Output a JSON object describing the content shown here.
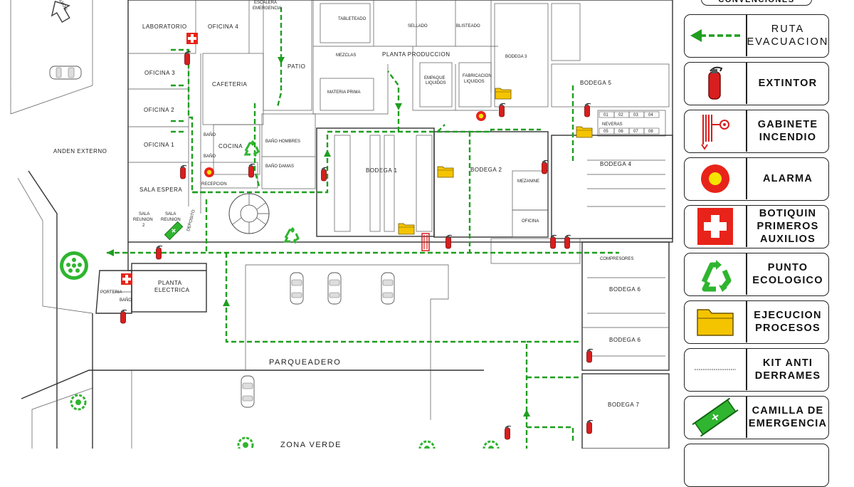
{
  "legend": {
    "header": "CONVENCIONES",
    "items": [
      {
        "key": "ruta",
        "icon": "evacuation-route-arrow-icon",
        "label": "RUTA\nEVACUACION"
      },
      {
        "key": "extintor",
        "icon": "fire-extinguisher-icon",
        "label": "EXTINTOR"
      },
      {
        "key": "gabinete",
        "icon": "fire-hose-cabinet-icon",
        "label": "GABINETE\nINCENDIO"
      },
      {
        "key": "alarma",
        "icon": "alarm-icon",
        "label": "ALARMA"
      },
      {
        "key": "botiquin",
        "icon": "first-aid-kit-icon",
        "label": "BOTIQUIN\nPRIMEROS\nAUXILIOS"
      },
      {
        "key": "punto",
        "icon": "recycling-icon",
        "label": "PUNTO\nECOLOGICO"
      },
      {
        "key": "ejecucion",
        "icon": "folder-icon",
        "label": "EJECUCION\nPROCESOS"
      },
      {
        "key": "kit",
        "icon": "spill-kit-icon",
        "label": "KIT ANTI\nDERRAMES"
      },
      {
        "key": "camilla",
        "icon": "stretcher-icon",
        "label": "CAMILLA DE\nEMERGENCIA"
      }
    ]
  },
  "rooms": {
    "laboratorio": "LABORATORIO",
    "oficina4": "OFICINA 4",
    "escalera1": "ESCALERA",
    "escalera2": "EMERGENCIA",
    "tableteado": "TABLETEADO",
    "sellado": "SELLADO",
    "blisteado": "BLISTEADO",
    "bodega3": "BODEGA 3",
    "oficina3": "OFICINA 3",
    "cafeteria": "CAFETERIA",
    "patio": "PATIO",
    "mezclas": "MEZCLAS",
    "planta_produccion": "PLANTA PRODUCCION",
    "empaque1": "EMPAQUE",
    "empaque2": "LIQUIDOS",
    "fabricacion1": "FABRICACION",
    "fabricacion2": "LIQUIDOS",
    "materia_prima": "MATERIA PRIMA",
    "bodega5": "BODEGA 5",
    "oficina2": "OFICINA 2",
    "bano1": "BAÑO",
    "bano2": "BAÑO",
    "neveras": "NEVERAS",
    "anden": "ANDEN EXTERNO",
    "oficina1": "OFICINA 1",
    "cocina": "COCINA",
    "bano_hombres": "BAÑO HOMBRES",
    "bano_damas": "BAÑO DAMAS",
    "bodega1": "BODEGA 1",
    "bodega2": "BODEGA 2",
    "mezanine": "MEZANINE",
    "bodega4": "BODEGA 4",
    "sala_espera": "SALA ESPERA",
    "recepcion": "RECEPCION",
    "oficina": "OFICINA",
    "sala_reunion_a1": "SALA",
    "sala_reunion_a2": "REUNION",
    "sala_reunion_a3": "2",
    "sala_reunion_b1": "SALA",
    "sala_reunion_b2": "REUNION",
    "deposito": "DEPOSITO",
    "compresores": "COMPRESORES",
    "planta_electrica1": "PLANTA",
    "planta_electrica2": "ELECTRICA",
    "porteria": "PORTERIA",
    "bano_porteria": "BAÑO",
    "bodega6a": "BODEGA 6",
    "bodega6b": "BODEGA 6",
    "parqueadero": "PARQUEADERO",
    "bodega7": "BODEGA 7",
    "zona_verde": "ZONA VERDE",
    "norte": "NORTE"
  },
  "neveras_numbers": [
    "01",
    "02",
    "03",
    "04",
    "05",
    "06",
    "07",
    "08"
  ],
  "colors": {
    "route": "#1f9e1f",
    "extinguisher": "#d81e1e",
    "alarm_outer": "#e8231a",
    "alarm_inner": "#f5e400",
    "first_aid": "#e8231a",
    "recycle": "#2fb52f",
    "folder": "#f5c400",
    "stretcher": "#2fb52f"
  }
}
